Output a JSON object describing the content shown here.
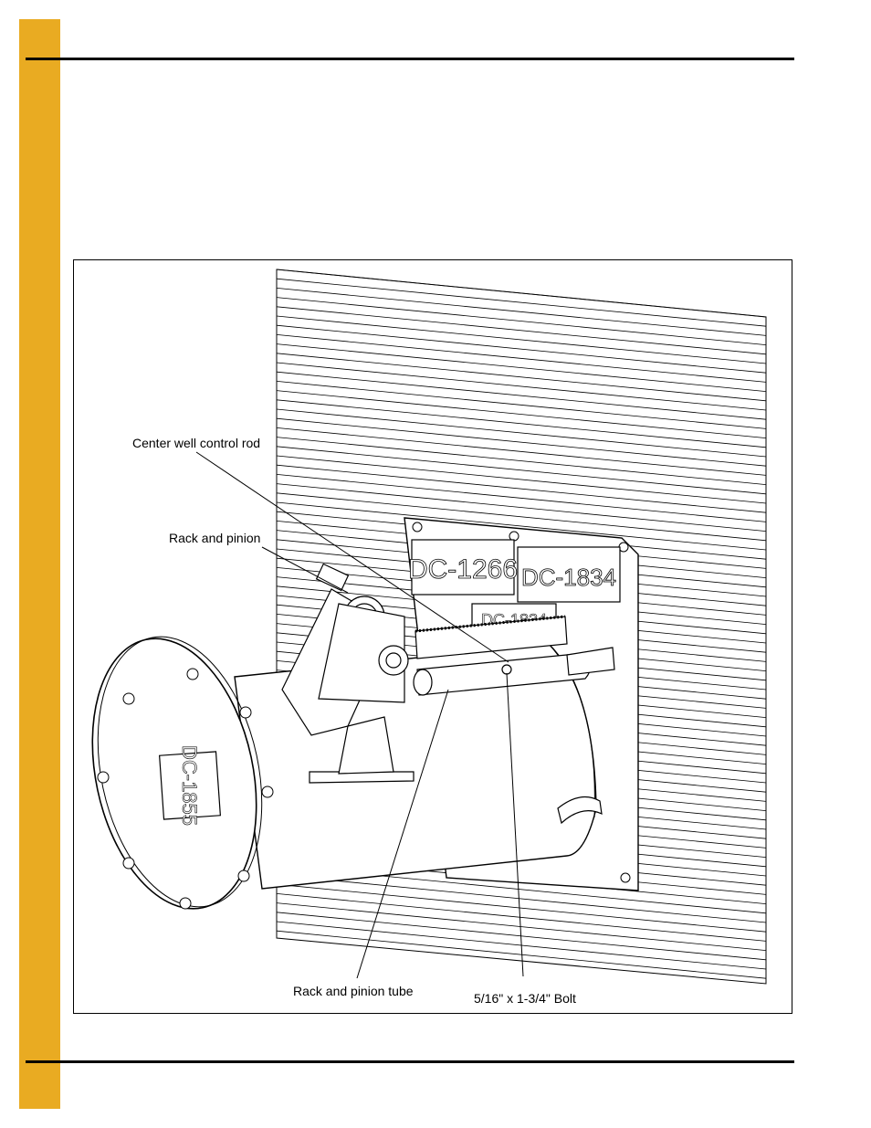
{
  "colors": {
    "side_tab": "#E9AB22",
    "rule": "#000000"
  },
  "figure": {
    "callouts": {
      "control_rod": "Center well control rod",
      "rack_pinion": "Rack and pinion",
      "tube": "Rack and pinion tube",
      "bolt": "5/16\" x 1-3/4\" Bolt"
    },
    "decals": {
      "d1": "DC-1266",
      "d2": "DC-1834",
      "d3": "DC-1834",
      "d4": "DC-1855"
    }
  }
}
